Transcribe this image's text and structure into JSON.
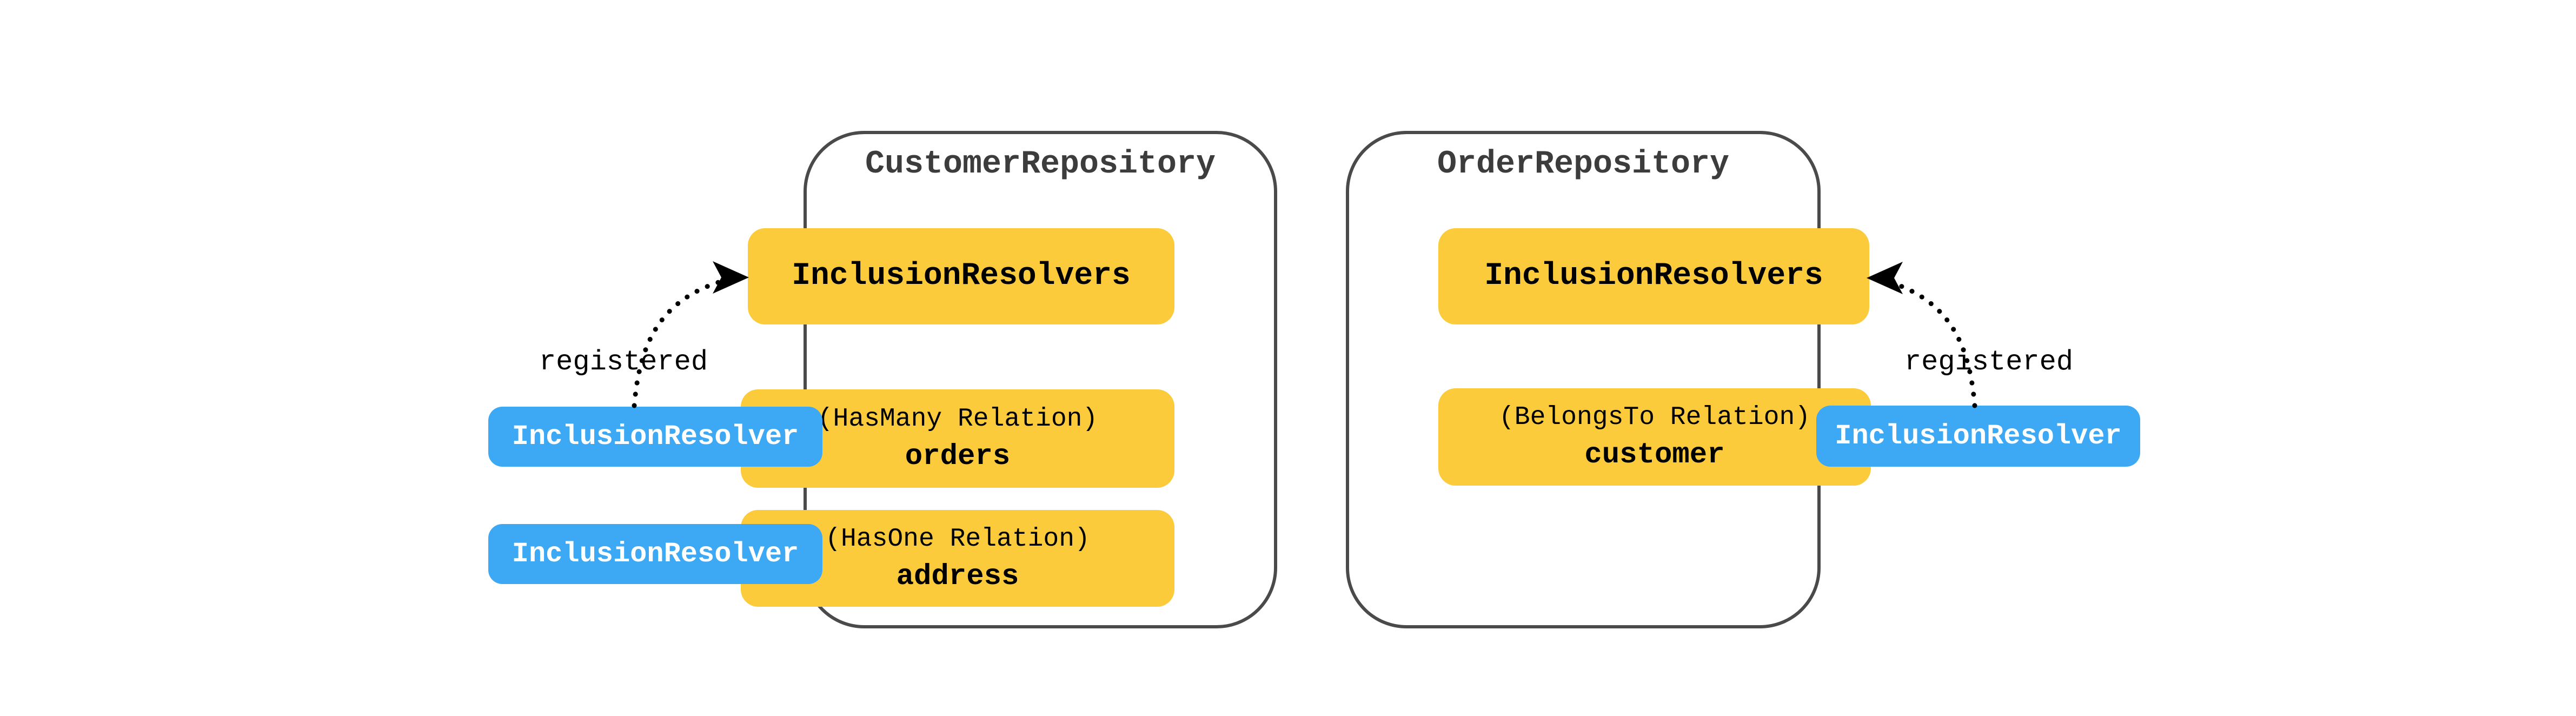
{
  "colors": {
    "box_yellow": "#fbcb3c",
    "box_blue": "#3da9f4",
    "container_border": "#4a4a4a",
    "title_text": "#3c3c3c",
    "label_text": "#000000",
    "chip_text": "#ffffff",
    "arrow": "#000000",
    "background": "#ffffff"
  },
  "left_repository": {
    "title": "CustomerRepository",
    "resolvers_box": "InclusionResolvers",
    "relations": [
      {
        "type_label": "(HasMany Relation)",
        "name": "orders"
      },
      {
        "type_label": "(HasOne Relation)",
        "name": "address"
      }
    ]
  },
  "right_repository": {
    "title": "OrderRepository",
    "resolvers_box": "InclusionResolvers",
    "relations": [
      {
        "type_label": "(BelongsTo Relation)",
        "name": "customer"
      }
    ]
  },
  "resolver_chips": [
    {
      "label": "InclusionResolver"
    },
    {
      "label": "InclusionResolver"
    },
    {
      "label": "InclusionResolver"
    }
  ],
  "arrows": [
    {
      "label": "registered"
    },
    {
      "label": "registered"
    }
  ]
}
